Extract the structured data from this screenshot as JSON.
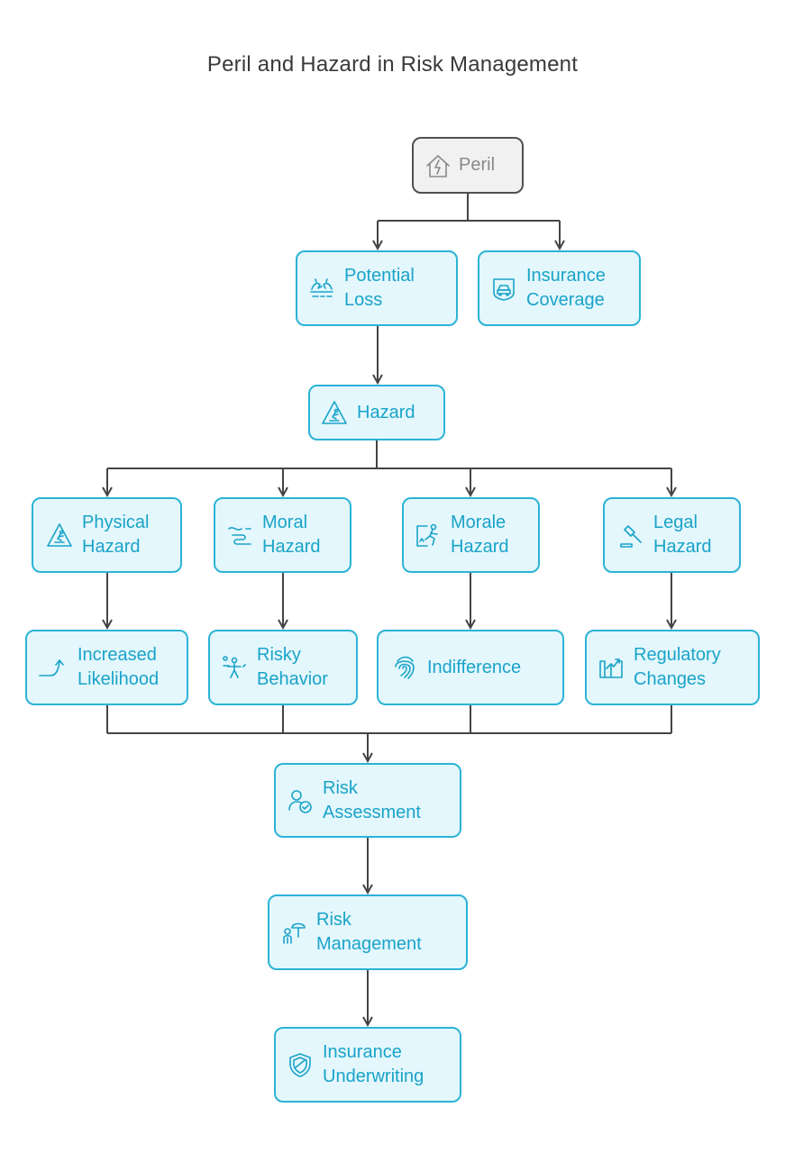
{
  "title": "Peril and Hazard in Risk Management",
  "colors": {
    "accent": "#2bb3d6",
    "fill": "#e3f7fc",
    "text": "#1aa3c9",
    "grey_fill": "#f1f1f1",
    "grey_border": "#505050",
    "edge": "#444444"
  },
  "nodes": {
    "peril": {
      "label": "Peril",
      "icon": "lightning-house-icon"
    },
    "potential_loss": {
      "line1": "Potential",
      "line2": "Loss",
      "icon": "broken-bridge-icon"
    },
    "insurance_coverage": {
      "line1": "Insurance",
      "line2": "Coverage",
      "icon": "car-shield-icon"
    },
    "hazard": {
      "label": "Hazard",
      "icon": "warning-triangle-icon"
    },
    "physical_hazard": {
      "line1": "Physical",
      "line2": "Hazard",
      "icon": "slip-warning-icon"
    },
    "moral_hazard": {
      "line1": "Moral",
      "line2": "Hazard",
      "icon": "wavy-path-icon"
    },
    "morale_hazard": {
      "line1": "Morale",
      "line2": "Hazard",
      "icon": "person-falling-icon"
    },
    "legal_hazard": {
      "line1": "Legal",
      "line2": "Hazard",
      "icon": "gavel-icon"
    },
    "increased_likelihood": {
      "line1": "Increased",
      "line2": "Likelihood",
      "icon": "curve-arrow-up-icon"
    },
    "risky_behavior": {
      "line1": "Risky",
      "line2": "Behavior",
      "icon": "juggling-person-icon"
    },
    "indifference": {
      "label": "Indifference",
      "icon": "fingerprint-icon"
    },
    "regulatory_changes": {
      "line1": "Regulatory",
      "line2": "Changes",
      "icon": "book-trend-icon"
    },
    "risk_assessment": {
      "line1": "Risk",
      "line2": "Assessment",
      "icon": "person-check-icon"
    },
    "risk_management": {
      "line1": "Risk",
      "line2": "Management",
      "icon": "umbrella-person-icon"
    },
    "insurance_underwriting": {
      "line1": "Insurance",
      "line2": "Underwriting",
      "icon": "shield-icon"
    }
  }
}
